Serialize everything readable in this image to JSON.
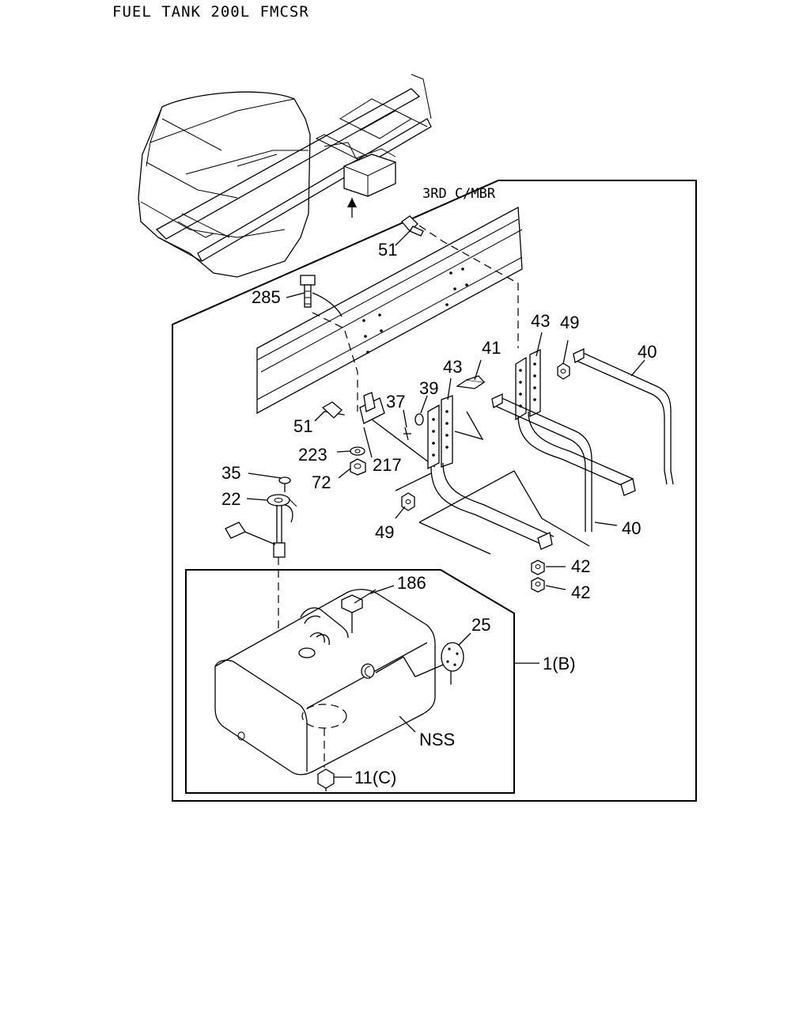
{
  "title": "FUEL TANK 200L FMCSR",
  "callouts": {
    "frame_member": "3RD C/MBR",
    "p51a": "51",
    "p285": "285",
    "p43a": "43",
    "p49a": "49",
    "p40a": "40",
    "p41": "41",
    "p43b": "43",
    "p39": "39",
    "p37": "37",
    "p51b": "51",
    "p223": "223",
    "p217": "217",
    "p72": "72",
    "p35": "35",
    "p22": "22",
    "p49b": "49",
    "p40b": "40",
    "p42a": "42",
    "p42b": "42",
    "p186": "186",
    "p25": "25",
    "p1b": "1(B)",
    "nss": "NSS",
    "p11c": "11(C)"
  }
}
